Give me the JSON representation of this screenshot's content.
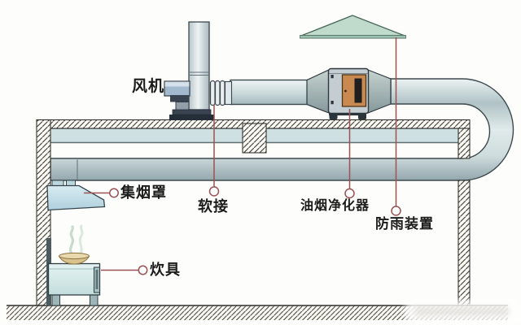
{
  "diagram_labels": {
    "fan": "风机",
    "smoke_hood": "集烟罩",
    "flexible_joint": "软接",
    "purifier": "油烟净化器",
    "rain_guard": "防雨装置",
    "cookware": "炊具"
  },
  "colors": {
    "annotation_line": "#9a5252",
    "duct_mid": "#c6d5d7",
    "rain_cap": "#c0dacb",
    "purifier_door": "#c88a50",
    "label_text": "#1c1c1c"
  }
}
